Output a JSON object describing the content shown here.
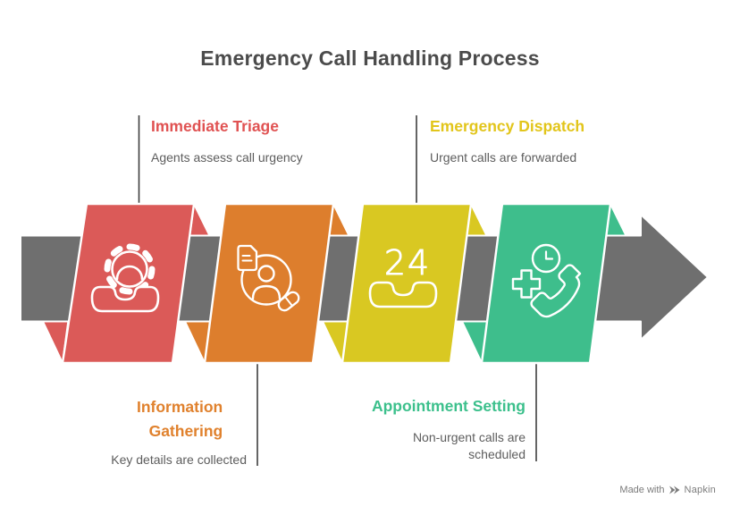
{
  "title": "Emergency Call Handling Process",
  "arrow_color": "#6f6f6f",
  "background_color": "#ffffff",
  "steps": [
    {
      "label": "Immediate Triage",
      "description": "Agents assess call urgency",
      "shape_color": "#db5a58",
      "label_color": "#e05252",
      "icon": "gear-phone-icon",
      "label_position": "top"
    },
    {
      "label": "Information Gathering",
      "description": "Key details are collected",
      "shape_color": "#dd7e2d",
      "label_color": "#e0812d",
      "icon": "person-document-pill-icon",
      "label_position": "bottom"
    },
    {
      "label": "Emergency Dispatch",
      "description": "Urgent calls are forwarded",
      "shape_color": "#d9c822",
      "label_color": "#e2c51b",
      "icon": "24-hour-phone-icon",
      "icon_text": "24",
      "label_position": "top"
    },
    {
      "label": "Appointment Setting",
      "description": "Non-urgent calls are scheduled",
      "shape_color": "#3ebe8c",
      "label_color": "#3cc08c",
      "icon": "medical-cross-clock-phone-icon",
      "label_position": "bottom"
    }
  ],
  "footer": {
    "made_with": "Made with",
    "brand": "Napkin"
  }
}
